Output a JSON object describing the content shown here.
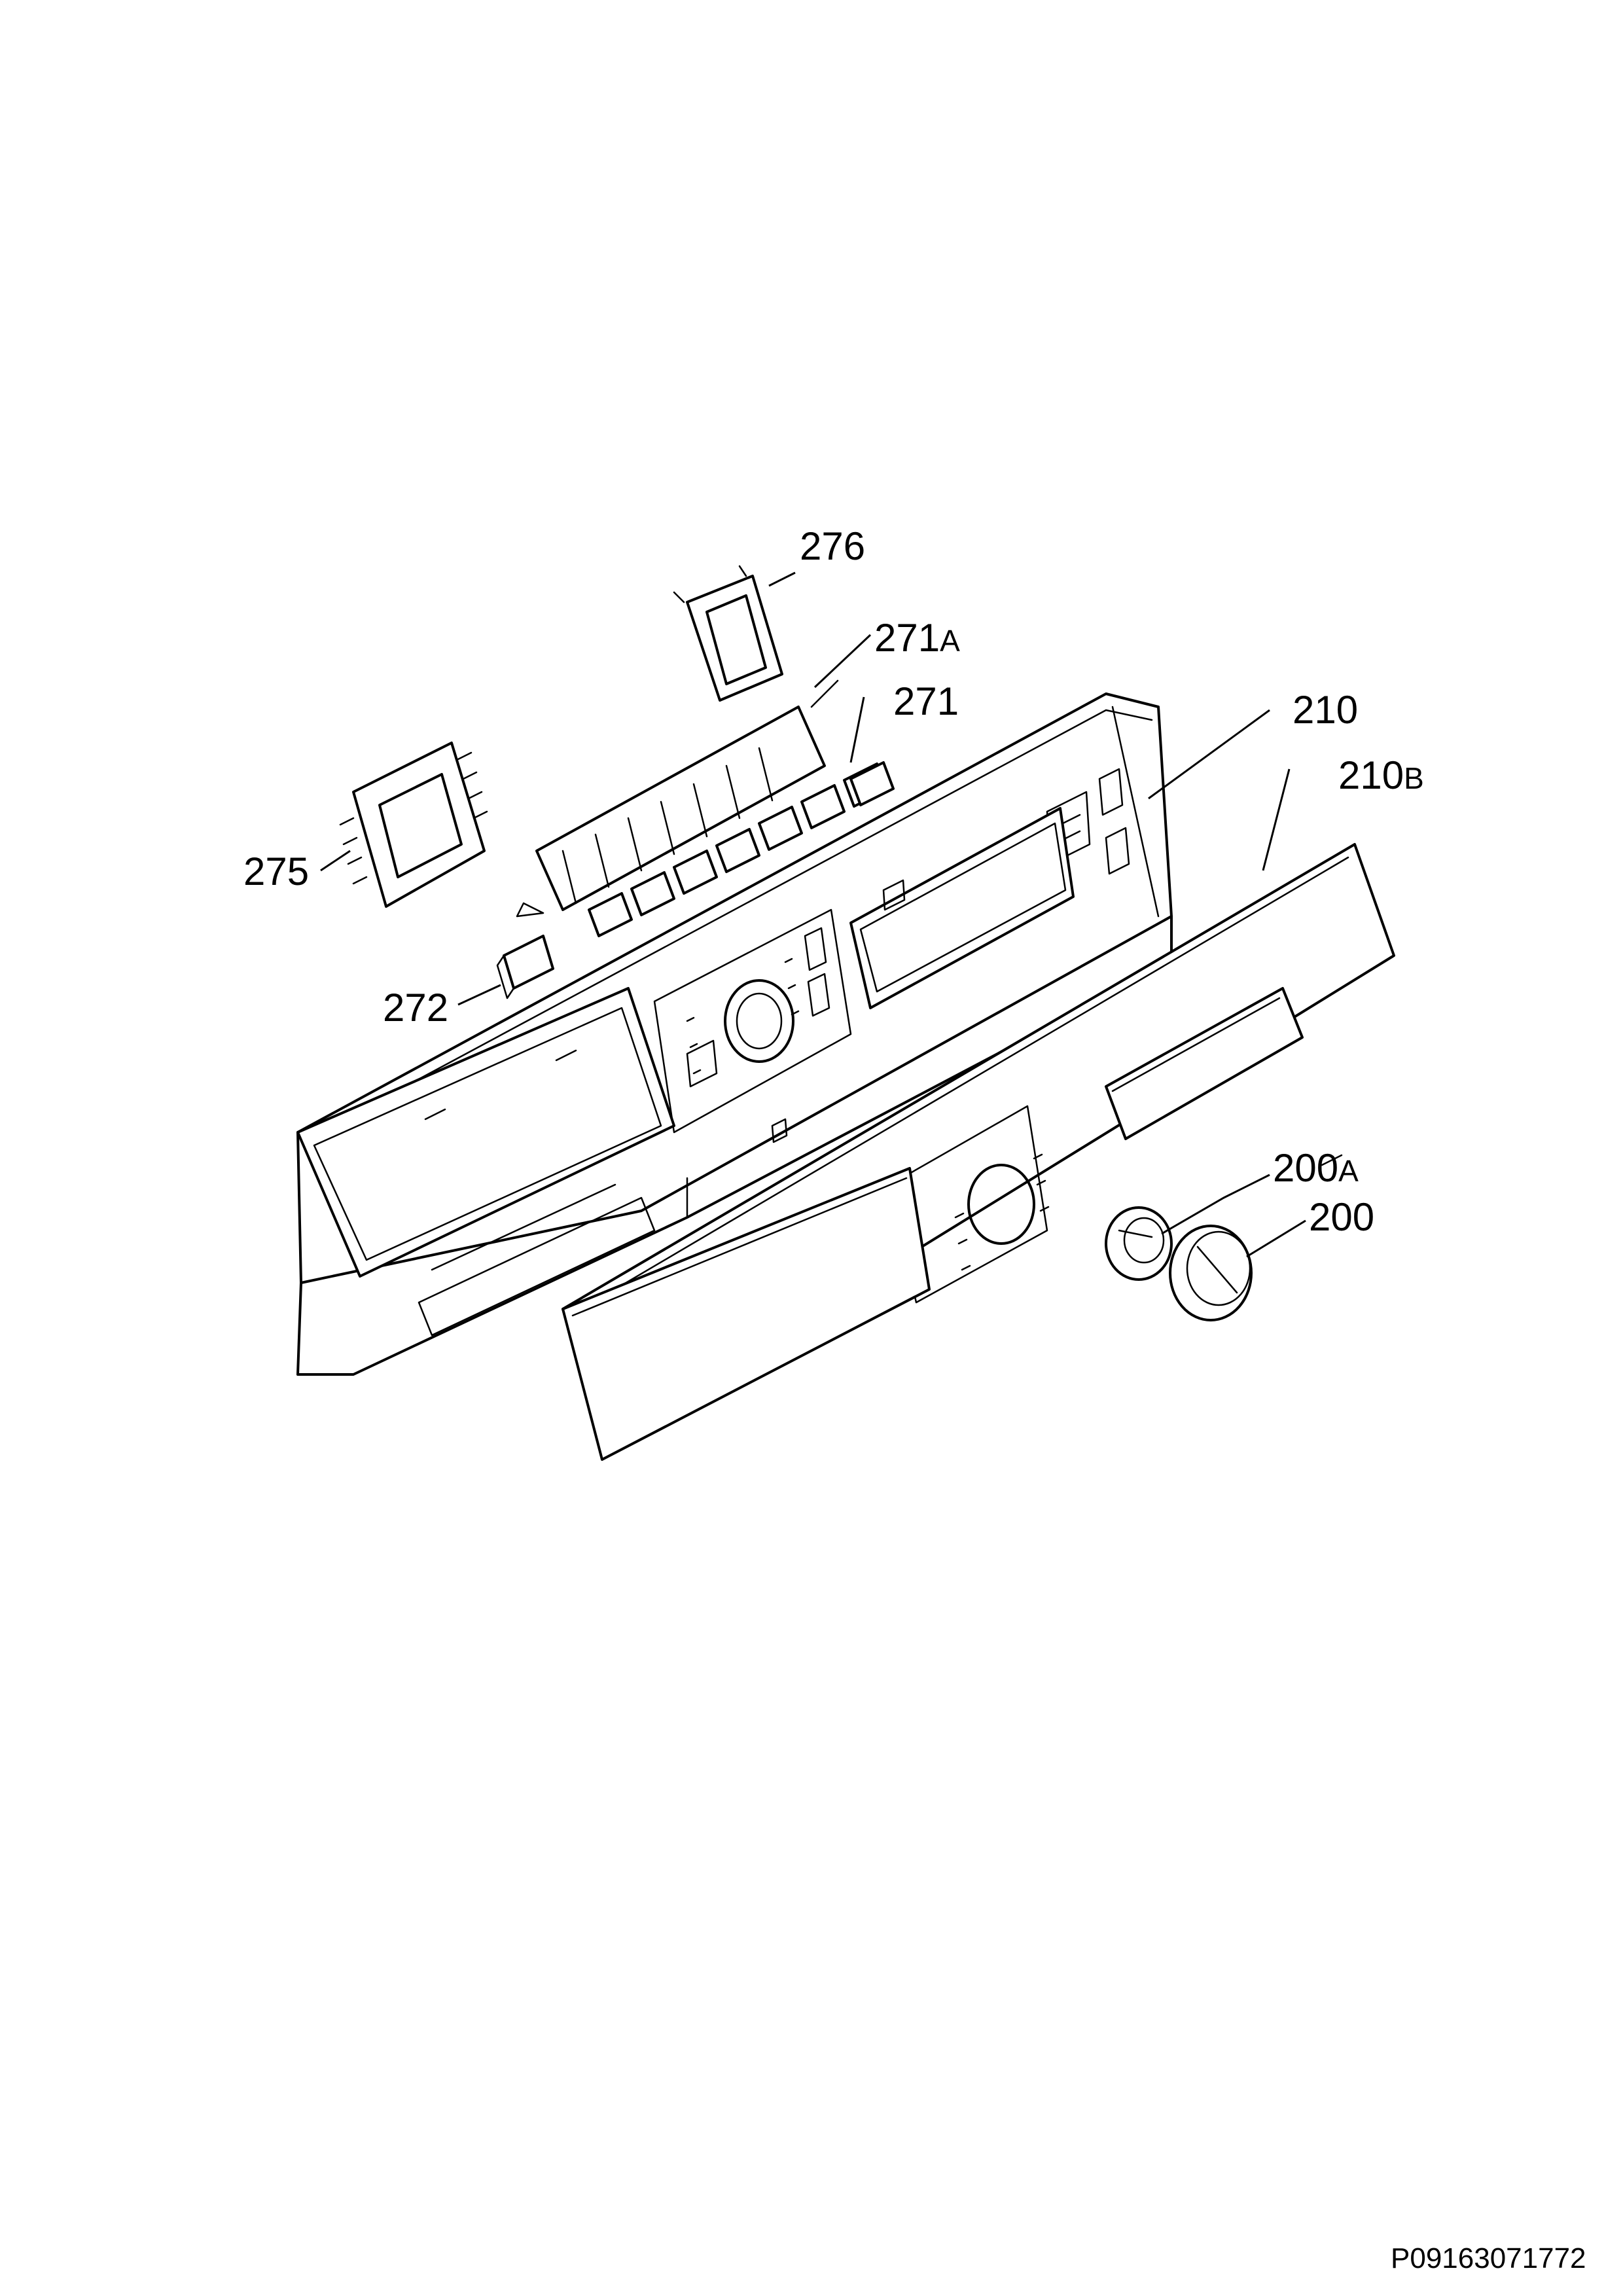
{
  "callouts": {
    "p276": {
      "num": "276",
      "suffix": ""
    },
    "p271a": {
      "num": "271",
      "suffix": "A"
    },
    "p271": {
      "num": "271",
      "suffix": ""
    },
    "p210": {
      "num": "210",
      "suffix": ""
    },
    "p210b": {
      "num": "210",
      "suffix": "B"
    },
    "p275": {
      "num": "275",
      "suffix": ""
    },
    "p272": {
      "num": "272",
      "suffix": ""
    },
    "p200a": {
      "num": "200",
      "suffix": "A"
    },
    "p200": {
      "num": "200",
      "suffix": ""
    }
  },
  "drawing_code": "P09163071772",
  "colors": {
    "line": "#000000",
    "background": "#ffffff"
  }
}
